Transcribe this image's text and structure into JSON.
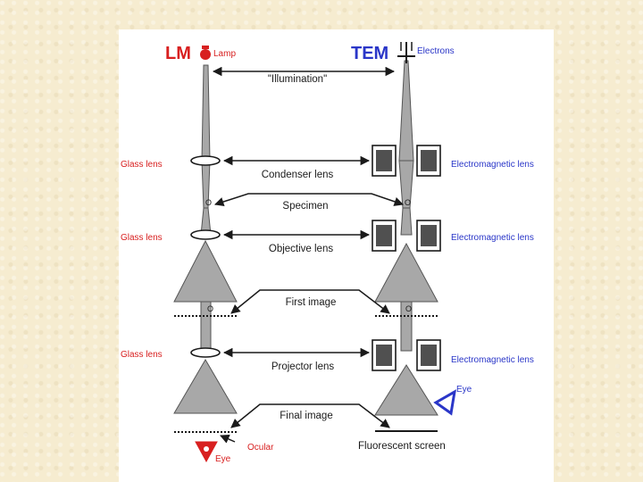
{
  "colors": {
    "background": "#f6ecd0",
    "panel": "#ffffff",
    "lm_accent": "#d82020",
    "tem_accent": "#2a36c8",
    "column_fill": "#a8a8a8",
    "lens_box": "#505050"
  },
  "headers": {
    "lm": "LM",
    "tem": "TEM"
  },
  "sources": {
    "lamp": "Lamp",
    "electrons": "Electrons"
  },
  "center_labels": {
    "illumination": "\"Illumination\"",
    "condenser": "Condenser lens",
    "specimen": "Specimen",
    "objective": "Objective lens",
    "first_image": "First image",
    "projector": "Projector lens",
    "final_image": "Final image"
  },
  "left_labels": {
    "glass_1": "Glass lens",
    "glass_2": "Glass lens",
    "glass_3": "Glass lens"
  },
  "right_labels": {
    "em_1": "Electromagnetic lens",
    "em_2": "Electromagnetic lens",
    "em_3": "Electromagnetic lens"
  },
  "misc_labels": {
    "ocular": "Ocular",
    "eye_lm": "Eye",
    "eye_tem": "Eye",
    "screen": "Fluorescent screen",
    "op1_lm": "O",
    "op1_tem": "O",
    "op2_lm": "O",
    "op2_tem": "O"
  }
}
